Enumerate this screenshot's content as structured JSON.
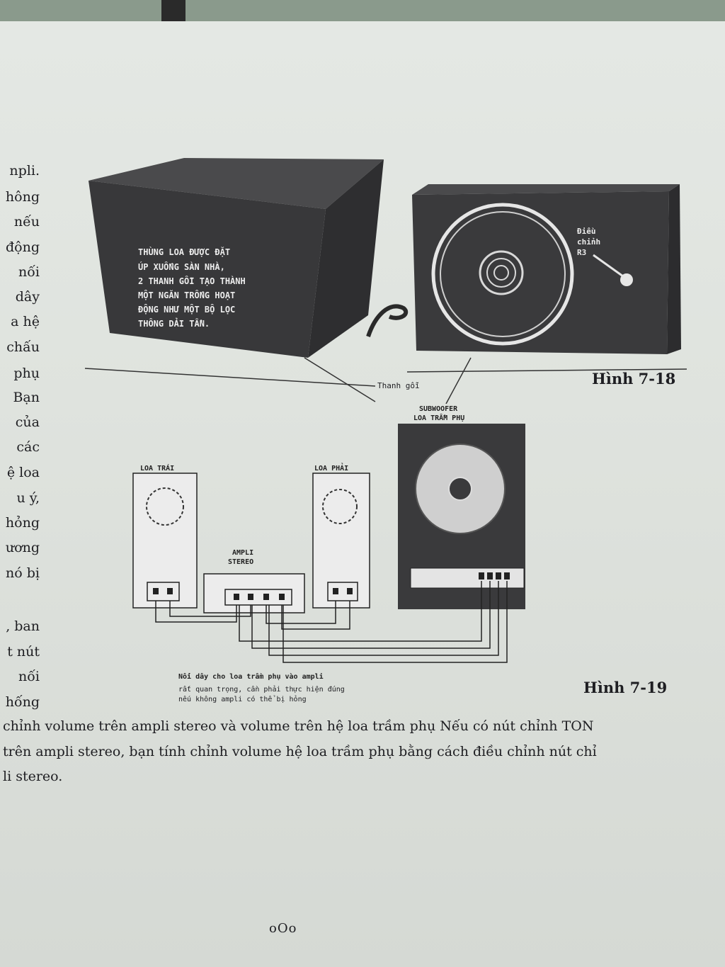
{
  "margin_fragments": [
    "npli.",
    "hông",
    "nếu",
    "động",
    "nối",
    "dây",
    "a hệ",
    "chấu",
    "phụ",
    "Bạn",
    "của",
    "các",
    "ệ loa",
    "u ý,",
    "hỏng",
    "ương",
    "nó bị",
    ", ban",
    "t nút",
    "nối",
    "hống"
  ],
  "fig718": {
    "box_text": [
      "THÙNG LOA ĐƯỢC ĐẶT",
      "ÚP XUỐNG SÀN NHÀ,",
      "2 THANH GỖI TẠO THÀNH",
      "MỘT NGĂN TRỐNG HOẠT",
      "ĐỘNG NHƯ MỘT BỘ LỌC",
      "THÔNG DẢI TẦN."
    ],
    "dial_text": [
      "Điều",
      "chỉnh",
      "R3"
    ],
    "bar_label": "Thanh gỗi",
    "caption": "Hình 7-18"
  },
  "fig719": {
    "subwoofer_label": [
      "SUBWOOFER",
      "LOA TRẦM PHỤ"
    ],
    "left_label": "LOA TRÁI",
    "right_label": "LOA PHẢI",
    "ampli_label": [
      "AMPLI",
      "STEREO"
    ],
    "note": [
      "Nối dây cho loa trầm phụ vào ampli",
      "rất quan trọng, cần phải thực hiện đúng",
      "nếu không ampli có thể bị hỏng"
    ],
    "caption": "Hình 7-19"
  },
  "body_lines": [
    "chỉnh volume trên ampli stereo và volume trên hệ loa trầm phụ Nếu có nút chỉnh TON",
    "trên ampli stereo, bạn tính chỉnh volume hệ loa trầm phụ bằng cách điều chỉnh nút chỉ",
    "li stereo."
  ],
  "page_number": "oOo"
}
